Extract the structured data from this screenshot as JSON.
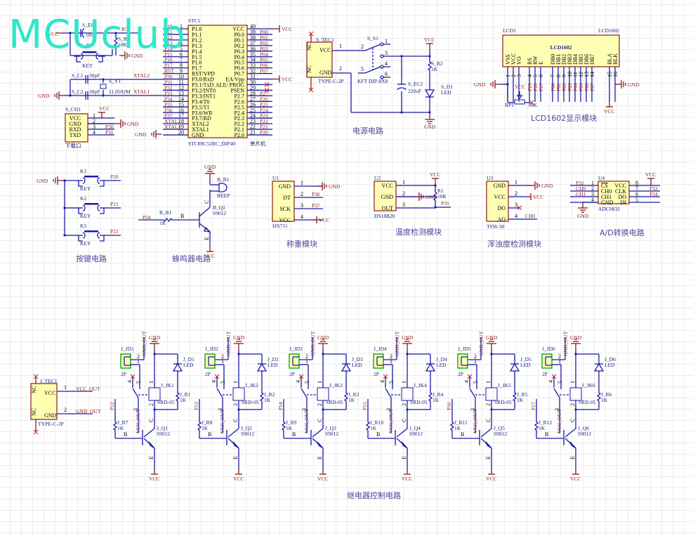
{
  "watermark": "MCUclub",
  "colors": {
    "wire": "#1a1aa8",
    "power": "#8b1a1a",
    "chip_fill": "#ffffb4",
    "watermark": "#2ee8c8",
    "connector": "#18b018"
  },
  "captions": {
    "power": "电源电路",
    "lcd": "LCD1602显示模块",
    "keys": "按键电路",
    "buzzer": "蜂鸣器电路",
    "weigh": "称重模块",
    "temp": "温度检测模块",
    "turbidity": "浑浊度检测模块",
    "adc": "A/D转换电路",
    "relay": "继电器控制电路"
  },
  "mcu": {
    "designator": "STC1",
    "part": "STC89C52RC_DIP40",
    "sub": "单片机",
    "left_pins": [
      {
        "num": "1",
        "name": "P1.0",
        "net": "P10"
      },
      {
        "num": "2",
        "name": "P1.1",
        "net": "P11"
      },
      {
        "num": "3",
        "name": "P1.2",
        "net": "P12"
      },
      {
        "num": "4",
        "name": "P1.3",
        "net": "P13"
      },
      {
        "num": "5",
        "name": "P1.4",
        "net": "P14"
      },
      {
        "num": "6",
        "name": "P1.5",
        "net": "P15"
      },
      {
        "num": "7",
        "name": "P1.6",
        "net": "P16"
      },
      {
        "num": "8",
        "name": "P1.7",
        "net": "P17"
      },
      {
        "num": "9",
        "name": "RST/VPD",
        "net": "RST"
      },
      {
        "num": "10",
        "name": "P3.0/RxD",
        "net": "P30"
      },
      {
        "num": "11",
        "name": "P3.1/TxD",
        "net": "P31"
      },
      {
        "num": "12",
        "name": "P3.2/INT0",
        "net": "P32"
      },
      {
        "num": "13",
        "name": "P3.3/INT1",
        "net": "P33"
      },
      {
        "num": "14",
        "name": "P3.4/T0",
        "net": "P34"
      },
      {
        "num": "15",
        "name": "P3.5/T1",
        "net": "P35"
      },
      {
        "num": "16",
        "name": "P3.6/WR",
        "net": "P36"
      },
      {
        "num": "17",
        "name": "P3.7/RD",
        "net": "P37"
      },
      {
        "num": "18",
        "name": "XTAL2",
        "net": "XTAL2"
      },
      {
        "num": "19",
        "name": "XTAL1",
        "net": "XTAL1"
      },
      {
        "num": "20",
        "name": "GND",
        "net": "GND"
      }
    ],
    "right_pins": [
      {
        "num": "40",
        "name": "VCC",
        "net": "VCC"
      },
      {
        "num": "39",
        "name": "P0.0",
        "net": "P00"
      },
      {
        "num": "38",
        "name": "P0.1",
        "net": "P01"
      },
      {
        "num": "37",
        "name": "P0.2",
        "net": "P02"
      },
      {
        "num": "36",
        "name": "P0.3",
        "net": "P03"
      },
      {
        "num": "35",
        "name": "P0.4",
        "net": "P04"
      },
      {
        "num": "34",
        "name": "P0.5",
        "net": "P05"
      },
      {
        "num": "33",
        "name": "P0.6",
        "net": "P06"
      },
      {
        "num": "32",
        "name": "P0.7",
        "net": "P07"
      },
      {
        "num": "31",
        "name": "EA/Vpp",
        "net": "VCC"
      },
      {
        "num": "30",
        "name": "ALE/ PROG",
        "net": ""
      },
      {
        "num": "29",
        "name": "PSEN",
        "net": ""
      },
      {
        "num": "28",
        "name": "P2.7",
        "net": "P27"
      },
      {
        "num": "27",
        "name": "P2.6",
        "net": "P26"
      },
      {
        "num": "26",
        "name": "P2.5",
        "net": "P25"
      },
      {
        "num": "25",
        "name": "P2.4",
        "net": "P24"
      },
      {
        "num": "24",
        "name": "P2.3",
        "net": "P23"
      },
      {
        "num": "23",
        "name": "P2.2",
        "net": "P22"
      },
      {
        "num": "22",
        "name": "P2.1",
        "net": "P21"
      },
      {
        "num": "21",
        "name": "P2.0",
        "net": "P20"
      }
    ]
  },
  "reset": {
    "cap": "S_EC1",
    "cap_val": "10uF",
    "res": "S_R",
    "res_val": "10K",
    "key": "S_K",
    "key_val": "KEY",
    "r5": "R5",
    "vcc": "VCC",
    "gnd": "GND"
  },
  "crystal": {
    "c1": "S_C1",
    "c2": "S_C2",
    "cval": "30pF",
    "y": "S_Y1",
    "freq": "11.0592M",
    "x2": "XTAL2",
    "x1": "XTAL1",
    "gnd": "GND"
  },
  "download": {
    "designator": "S_CH1",
    "label": "下载口",
    "pins": [
      {
        "num": "1",
        "name": "VCC"
      },
      {
        "num": "2",
        "name": "GND"
      },
      {
        "num": "3",
        "name": "RXD",
        "net": "P30"
      },
      {
        "num": "4",
        "name": "TXD",
        "net": "P31"
      }
    ],
    "vcc": "VCC",
    "gnd": "GND"
  },
  "power": {
    "conn": "S_TEC1",
    "conn_type": "TYPE-C-2P",
    "pin_vcc": "VCC",
    "pin_gnd": "GND",
    "nc": "NC",
    "switch": "S_S1",
    "switch_type": "KFT DIP-8X8",
    "cap": "S_EC2",
    "cap_val": "220uF",
    "res": "S_R2",
    "res_val": "1K",
    "led": "S_D1",
    "led_val": "LED",
    "vcc": "VCC",
    "gnd": "GND"
  },
  "lcd": {
    "designator": "LCD1",
    "part": "LCD1602",
    "title": "LCD1602",
    "pins": [
      {
        "n": "1",
        "name": "VSS",
        "net": ""
      },
      {
        "n": "2",
        "name": "VCC",
        "net": ""
      },
      {
        "n": "3",
        "name": "VO",
        "net": ""
      },
      {
        "n": "4",
        "name": "RS",
        "net": "P25"
      },
      {
        "n": "5",
        "name": "RW",
        "net": "P26"
      },
      {
        "n": "6",
        "name": "E",
        "net": "P27"
      },
      {
        "n": "7",
        "name": "DB0",
        "net": "P00"
      },
      {
        "n": "8",
        "name": "DB1",
        "net": "P01"
      },
      {
        "n": "9",
        "name": "DB2",
        "net": "P02"
      },
      {
        "n": "10",
        "name": "DB3",
        "net": "P03"
      },
      {
        "n": "11",
        "name": "DB4",
        "net": "P04"
      },
      {
        "n": "12",
        "name": "DB5",
        "net": "P05"
      },
      {
        "n": "13",
        "name": "DB6",
        "net": "P06"
      },
      {
        "n": "14",
        "name": "DB7",
        "net": "P07"
      },
      {
        "n": "15",
        "name": "BLA",
        "net": ""
      },
      {
        "n": "16",
        "name": "BLK",
        "net": ""
      }
    ],
    "rp": "RP1",
    "rp_val": "10K",
    "gnd": "GND",
    "vcc": "VCC"
  },
  "keys": {
    "items": [
      {
        "d": "K1",
        "net": "P20"
      },
      {
        "d": "K2",
        "net": "P21"
      },
      {
        "d": "K3",
        "net": "P22"
      }
    ],
    "type": "KEY",
    "gnd": "GND"
  },
  "buzzer": {
    "bz": "B_B1",
    "bz_val": "BEEP",
    "q": "B_Q1",
    "q_val": "S9012",
    "r": "B_R1",
    "r_val": "1K",
    "net": "P24",
    "gnd": "GND",
    "vcc": "VCC",
    "b": "B",
    "c": "C",
    "e": "E"
  },
  "hx711": {
    "designator": "U1",
    "part": "HX711",
    "pins": [
      {
        "n": "1",
        "name": "GND",
        "net": "GND"
      },
      {
        "n": "2",
        "name": "DT",
        "net": "P36"
      },
      {
        "n": "3",
        "name": "SCK",
        "net": "P37"
      },
      {
        "n": "4",
        "name": "VCC",
        "net": "VCC"
      }
    ]
  },
  "ds18b20": {
    "designator": "U2",
    "part": "DS18B20",
    "pins": [
      {
        "n": "1",
        "name": "VCC"
      },
      {
        "n": "2",
        "name": "GND",
        "net": "GND"
      },
      {
        "n": "3",
        "name": "OUT",
        "net": "P35"
      }
    ],
    "r": "R1",
    "r_val": "10K",
    "vcc": "VCC"
  },
  "tsw": {
    "designator": "U3",
    "part": "TSW-30",
    "pins": [
      {
        "n": "1",
        "name": "GND",
        "net": "GND"
      },
      {
        "n": "2",
        "name": "VCC",
        "net": "VCC"
      },
      {
        "n": "3",
        "name": "DO",
        "net": ""
      },
      {
        "n": "4",
        "name": "AO",
        "net": "CH0"
      }
    ]
  },
  "adc": {
    "designator": "U4",
    "part": "ADC0832",
    "left": [
      {
        "n": "1",
        "name": "CS",
        "net": "P32"
      },
      {
        "n": "2",
        "name": "CH0",
        "net": "CH0"
      },
      {
        "n": "3",
        "name": "CH1",
        "net": "CH1"
      },
      {
        "n": "4",
        "name": "GND",
        "net": ""
      }
    ],
    "right": [
      {
        "n": "8",
        "name": "VCC",
        "net": ""
      },
      {
        "n": "7",
        "name": "CLK",
        "net": "P33"
      },
      {
        "n": "6",
        "name": "DO",
        "net": "P34"
      },
      {
        "n": "5",
        "name": "DI",
        "net": ""
      }
    ],
    "vcc": "VCC",
    "gnd": "GND"
  },
  "relay_conn": {
    "conn": "J_TEC1",
    "type": "TYPE-C-2P",
    "pin_vcc": "VCC",
    "pin_gnd": "GND",
    "net_vcc": "VCC_OUT",
    "net_gnd": "GND_OUT",
    "nc": "NC"
  },
  "relays": [
    {
      "jd": "J_JD1",
      "d": "J_D1",
      "jk": "J_JK1",
      "r": "J_R1",
      "rb": "J_R7",
      "q": "J_Q1",
      "net": "P12"
    },
    {
      "jd": "J_JD2",
      "d": "J_D2",
      "jk": "J_JK2",
      "r": "J_R2",
      "rb": "J_R8",
      "q": "J_Q2",
      "net": "P13"
    },
    {
      "jd": "J_JD3",
      "d": "J_D3",
      "jk": "J_JK3",
      "r": "J_R3",
      "rb": "J_R9",
      "q": "J_Q3",
      "net": "P14"
    },
    {
      "jd": "J_JD4",
      "d": "J_D4",
      "jk": "J_JK4",
      "r": "J_R4",
      "rb": "J_R10",
      "q": "J_Q4",
      "net": "P15"
    },
    {
      "jd": "J_JD5",
      "d": "J_D5",
      "jk": "J_JK5",
      "r": "J_R5",
      "rb": "J_R11",
      "q": "J_Q5",
      "net": "P16"
    },
    {
      "jd": "J_JD6",
      "d": "J_D6",
      "jk": "J_JK6",
      "r": "J_R6",
      "rb": "J_R12",
      "q": "J_Q6",
      "net": "P17"
    }
  ],
  "relay_common": {
    "jd_val": "2P",
    "relay_val": "SRD-05",
    "led_val": "LED",
    "r_val": "1K",
    "q_val": "S9012",
    "gnd": "GND",
    "vcc": "VCC",
    "gnd_out": "GND_OUT",
    "vcc_out": "VCC_OUT"
  }
}
